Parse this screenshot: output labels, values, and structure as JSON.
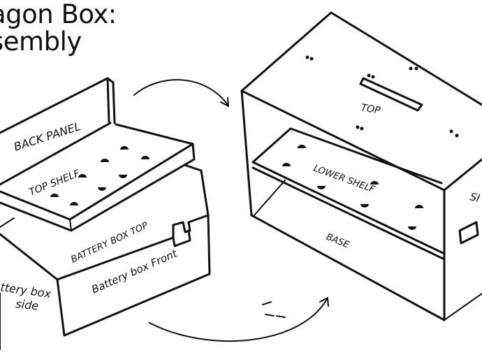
{
  "title": {
    "line1": "agon Box:",
    "line2": "sembly"
  },
  "labels": {
    "back_panel": "BACK PANEL",
    "top_shelf": "TOP SHELF",
    "battery_box_top": "BATTERY BOX TOP",
    "battery_box_front": "Battery box Front",
    "battery_box_side_1": "ttery box",
    "battery_box_side_2": "side",
    "top": "TOP",
    "lower_shelf": "LOWER SHELF",
    "base": "BASE",
    "side": "SI"
  },
  "colors": {
    "ink": "#111111",
    "paper": "#ffffff"
  }
}
